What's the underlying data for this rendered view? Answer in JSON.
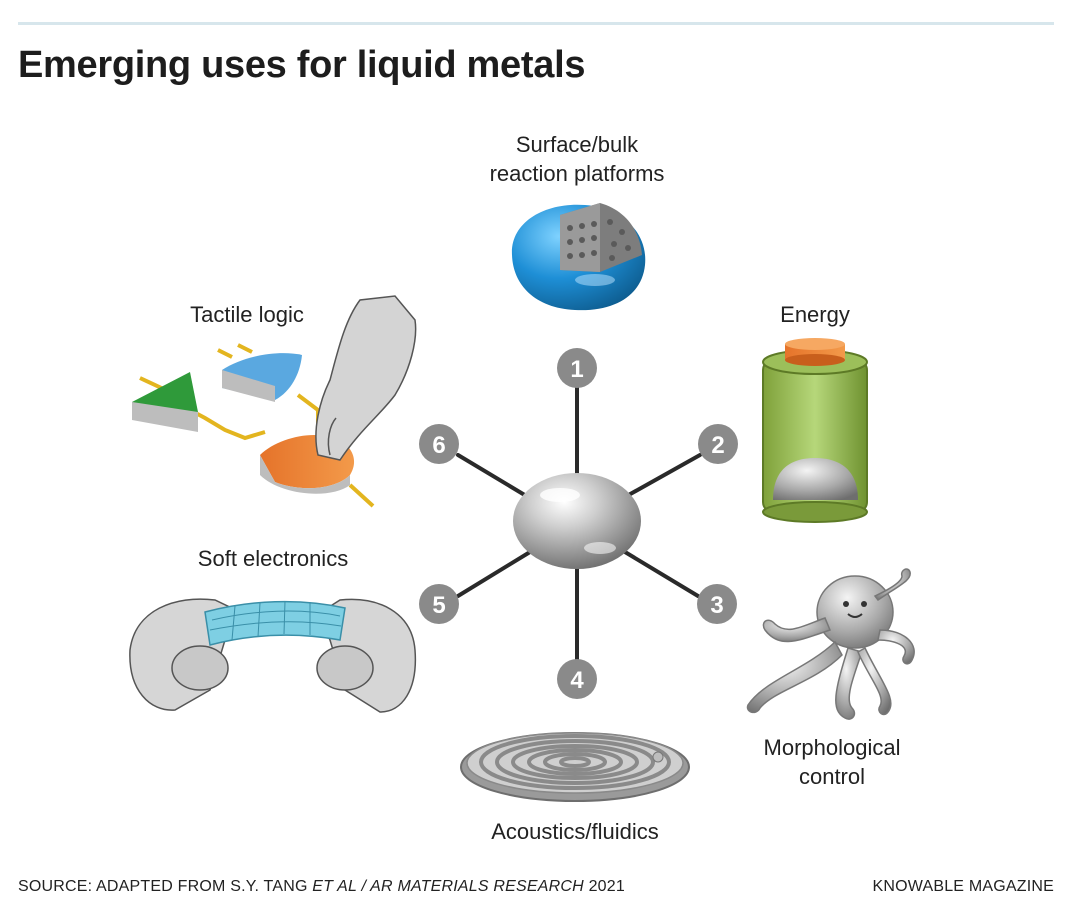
{
  "title": "Emerging uses for liquid metals",
  "uses": [
    {
      "number": "1",
      "label_lines": [
        "Surface/bulk",
        "reaction platforms"
      ]
    },
    {
      "number": "2",
      "label_lines": [
        "Energy"
      ]
    },
    {
      "number": "3",
      "label_lines": [
        "Morphological",
        "control"
      ]
    },
    {
      "number": "4",
      "label_lines": [
        "Acoustics/fluidics"
      ]
    },
    {
      "number": "5",
      "label_lines": [
        "Soft electronics"
      ]
    },
    {
      "number": "6",
      "label_lines": [
        "Tactile logic"
      ]
    }
  ],
  "source": {
    "prefix": "SOURCE: ADAPTED FROM S.Y. TANG ",
    "italic": "ET AL / AR MATERIALS RESEARCH",
    "suffix": " 2021"
  },
  "credit": "KNOWABLE MAGAZINE",
  "colors": {
    "badge": "#8a8a8a",
    "spoke": "#2a2a2a",
    "title": "#1d1d1d",
    "rule": "#d7e6ec"
  }
}
